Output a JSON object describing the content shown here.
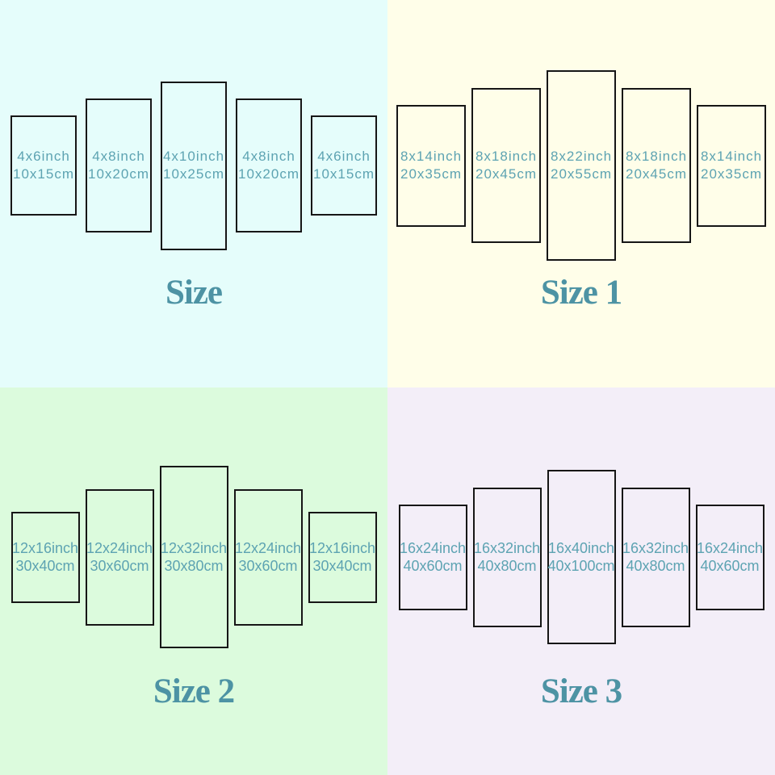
{
  "colors": {
    "quadrant_backgrounds": [
      "#e5fdfb",
      "#fffee9",
      "#dcfbdd",
      "#f3eef8"
    ],
    "panel_border": "#161616",
    "panel_label_text": "#5da3b2",
    "title_text": "#4d93a4"
  },
  "sections": [
    {
      "title": "Size",
      "panels": [
        {
          "line1": "4x6inch",
          "line2": "10x15cm"
        },
        {
          "line1": "4x8inch",
          "line2": "10x20cm"
        },
        {
          "line1": "4x10inch",
          "line2": "10x25cm"
        },
        {
          "line1": "4x8inch",
          "line2": "10x20cm"
        },
        {
          "line1": "4x6inch",
          "line2": "10x15cm"
        }
      ]
    },
    {
      "title": "Size 1",
      "panels": [
        {
          "line1": "8x14inch",
          "line2": "20x35cm"
        },
        {
          "line1": "8x18inch",
          "line2": "20x45cm"
        },
        {
          "line1": "8x22inch",
          "line2": "20x55cm"
        },
        {
          "line1": "8x18inch",
          "line2": "20x45cm"
        },
        {
          "line1": "8x14inch",
          "line2": "20x35cm"
        }
      ]
    },
    {
      "title": "Size 2",
      "panels": [
        {
          "line1": "12x16inch",
          "line2": "30x40cm"
        },
        {
          "line1": "12x24inch",
          "line2": "30x60cm"
        },
        {
          "line1": "12x32inch",
          "line2": "30x80cm"
        },
        {
          "line1": "12x24inch",
          "line2": "30x60cm"
        },
        {
          "line1": "12x16inch",
          "line2": "30x40cm"
        }
      ]
    },
    {
      "title": "Size 3",
      "panels": [
        {
          "line1": "16x24inch",
          "line2": "40x60cm"
        },
        {
          "line1": "16x32inch",
          "line2": "40x80cm"
        },
        {
          "line1": "16x40inch",
          "line2": "40x100cm"
        },
        {
          "line1": "16x32inch",
          "line2": "40x80cm"
        },
        {
          "line1": "16x24inch",
          "line2": "40x60cm"
        }
      ]
    }
  ]
}
